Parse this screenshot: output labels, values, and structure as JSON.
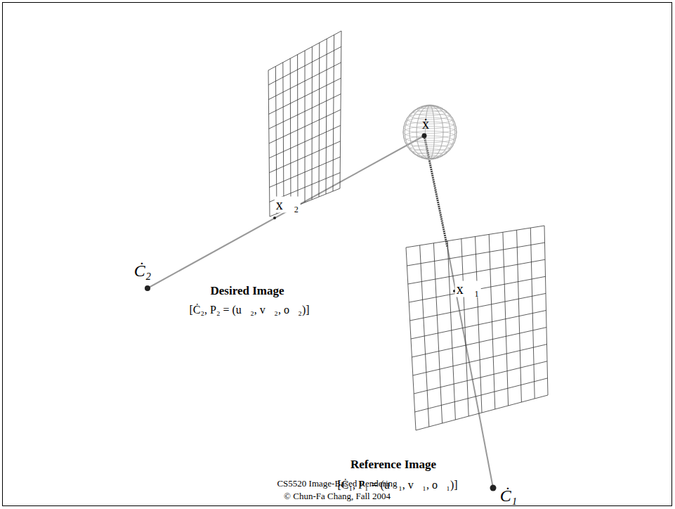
{
  "diagram": {
    "labels": [
      "ẋ",
      "x⃗₂",
      "Ċ₂",
      "Desired Image",
      "[Ċ₂, P₂ = (u⃗₂, v⃗₂, o⃗₂)]",
      "x⃗₁",
      "Reference Image",
      "[Ċ₁, P₁ = (u⃗₁, v⃗₁, o⃗₁)]",
      "Ċ₁",
      "CS5520 Image-Based Rendering",
      "© Chun-Fa Chang,  Fall 2004"
    ]
  }
}
